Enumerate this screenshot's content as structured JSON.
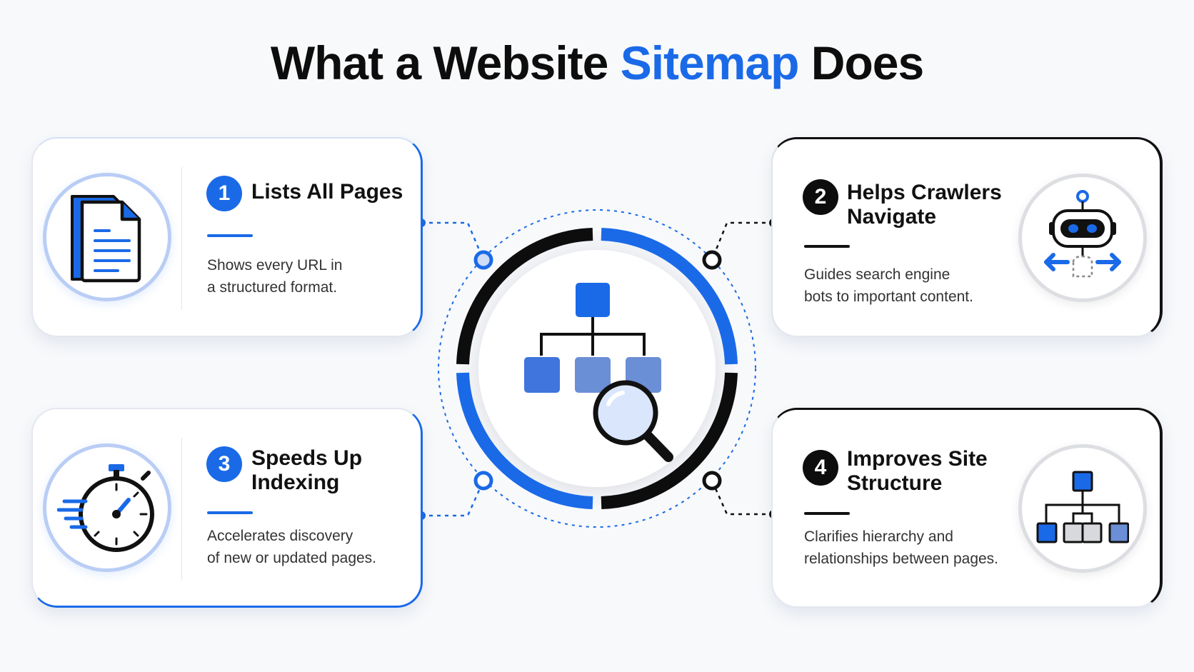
{
  "title": {
    "part1": "What a Website ",
    "accent": "Sitemap",
    "part2": " Does"
  },
  "colors": {
    "accent": "#1a6ae8",
    "dark": "#0d0d0d",
    "muted_blue": "#6b8fd6"
  },
  "center": {
    "icon": "sitemap-search-icon"
  },
  "cards": [
    {
      "number": "1",
      "heading": "Lists All Pages",
      "description_line1": "Shows every URL in",
      "description_line2": "a structured format.",
      "icon": "document-icon"
    },
    {
      "number": "2",
      "heading_line1": "Helps Crawlers",
      "heading_line2": "Navigate",
      "description_line1": "Guides search engine",
      "description_line2": "bots to important content.",
      "icon": "robot-crawler-icon"
    },
    {
      "number": "3",
      "heading_line1": "Speeds Up",
      "heading_line2": "Indexing",
      "description_line1": "Accelerates discovery",
      "description_line2": "of new or updated pages.",
      "icon": "stopwatch-icon"
    },
    {
      "number": "4",
      "heading_line1": "Improves Site",
      "heading_line2": "Structure",
      "description_line1": "Clarifies hierarchy and",
      "description_line2": "relationships between pages.",
      "icon": "hierarchy-icon"
    }
  ]
}
